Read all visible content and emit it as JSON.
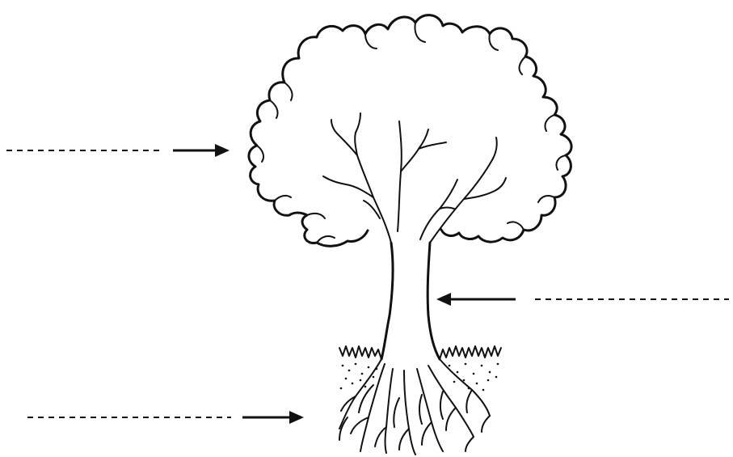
{
  "diagram": {
    "subject": "tree",
    "parts": [
      {
        "id": "crown",
        "label": ""
      },
      {
        "id": "trunk",
        "label": ""
      },
      {
        "id": "roots",
        "label": ""
      }
    ],
    "colors": {
      "ink": "#111111",
      "background": "#ffffff"
    }
  }
}
